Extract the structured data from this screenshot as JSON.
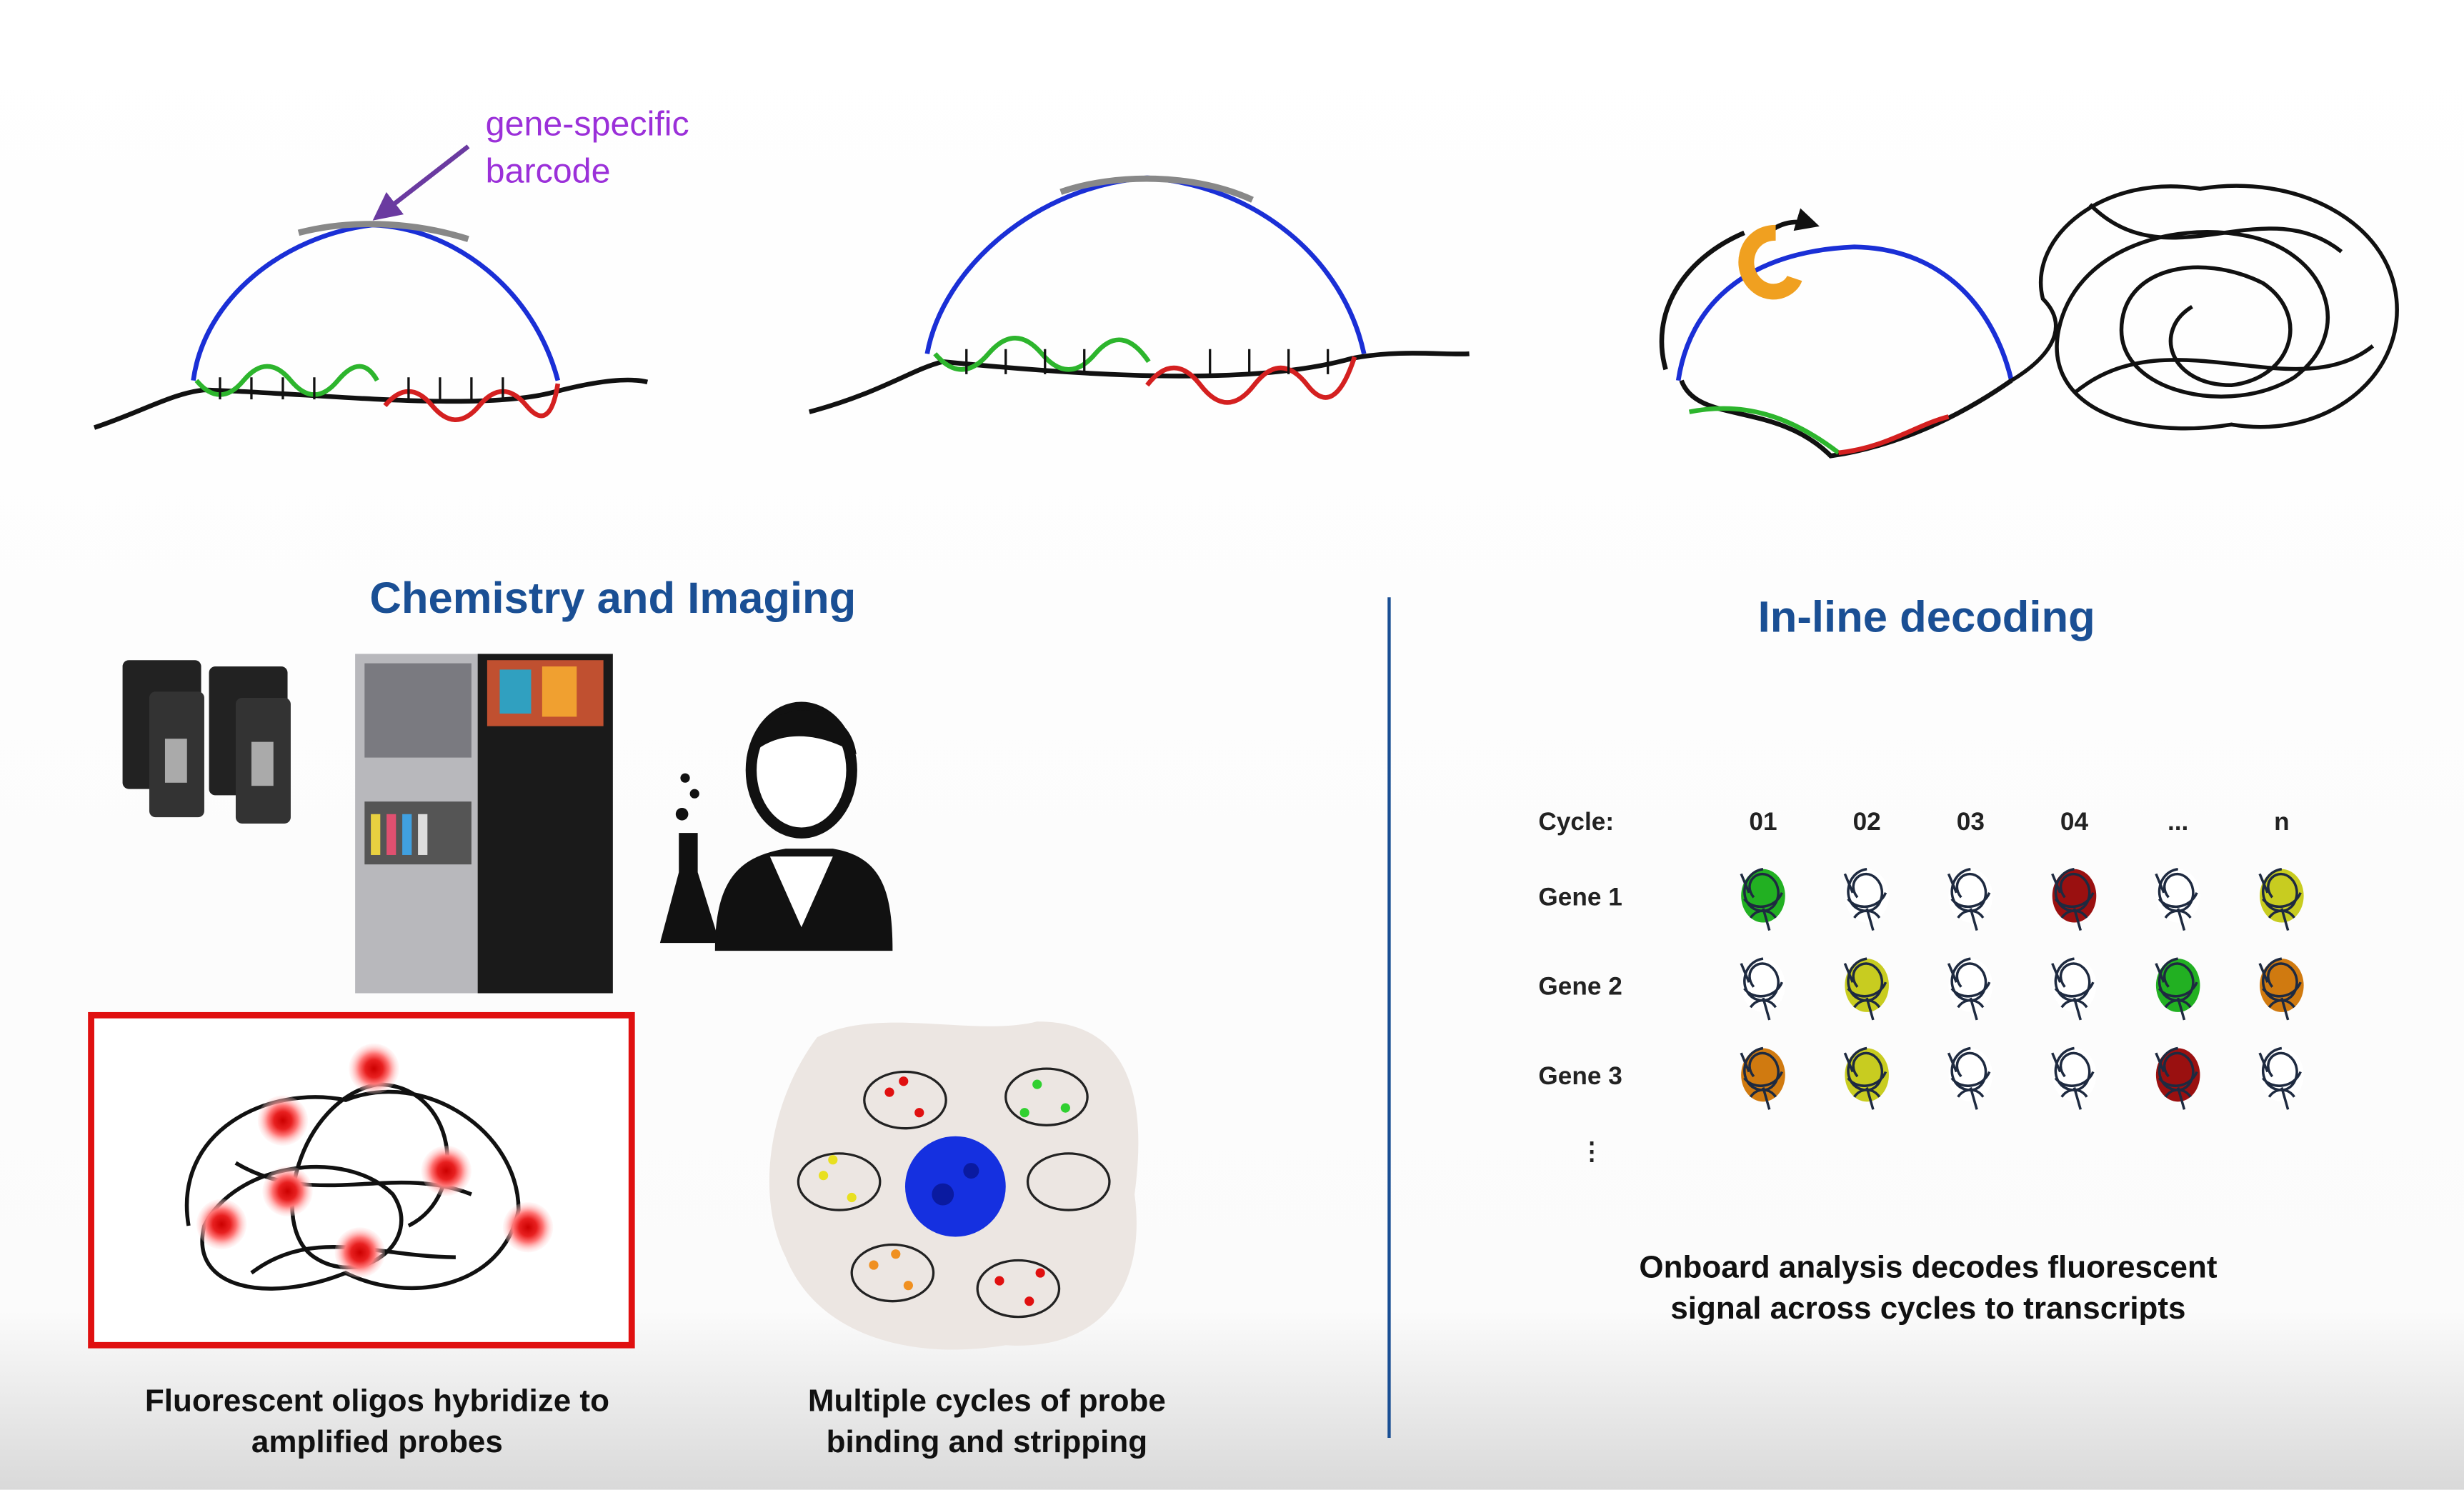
{
  "annotation": {
    "line1": "gene-specific",
    "line2": "barcode"
  },
  "left_section": {
    "title": "Chemistry and Imaging",
    "caption1": {
      "line1": "Fluorescent oligos hybridize to",
      "line2": "amplified probes"
    },
    "caption2": {
      "line1": "Multiple cycles of probe",
      "line2": "binding and stripping"
    }
  },
  "right_section": {
    "title": "In-line decoding",
    "cycle_label": "Cycle:",
    "cycles": [
      "01",
      "02",
      "03",
      "04",
      "...",
      "n"
    ],
    "genes": [
      {
        "label": "Gene 1",
        "signals": [
          "green",
          "none",
          "none",
          "red",
          "none",
          "yellow"
        ]
      },
      {
        "label": "Gene 2",
        "signals": [
          "none",
          "yellow",
          "none",
          "none",
          "green",
          "orange"
        ]
      },
      {
        "label": "Gene 3",
        "signals": [
          "orange",
          "yellow",
          "none",
          "none",
          "red",
          "none"
        ]
      }
    ],
    "more_rows": "⋮",
    "caption": {
      "line1": "Onboard analysis decodes fluorescent",
      "line2": "signal across cycles to transcripts"
    }
  },
  "colors": {
    "accent": "#1a4f94",
    "annotation": "#9b30d9",
    "highlight_box": "#e01010",
    "signal": {
      "green": "#22b022",
      "red": "#9a1010",
      "yellow": "#c8cc20",
      "orange": "#d07a10",
      "none": "#ffffff"
    }
  }
}
